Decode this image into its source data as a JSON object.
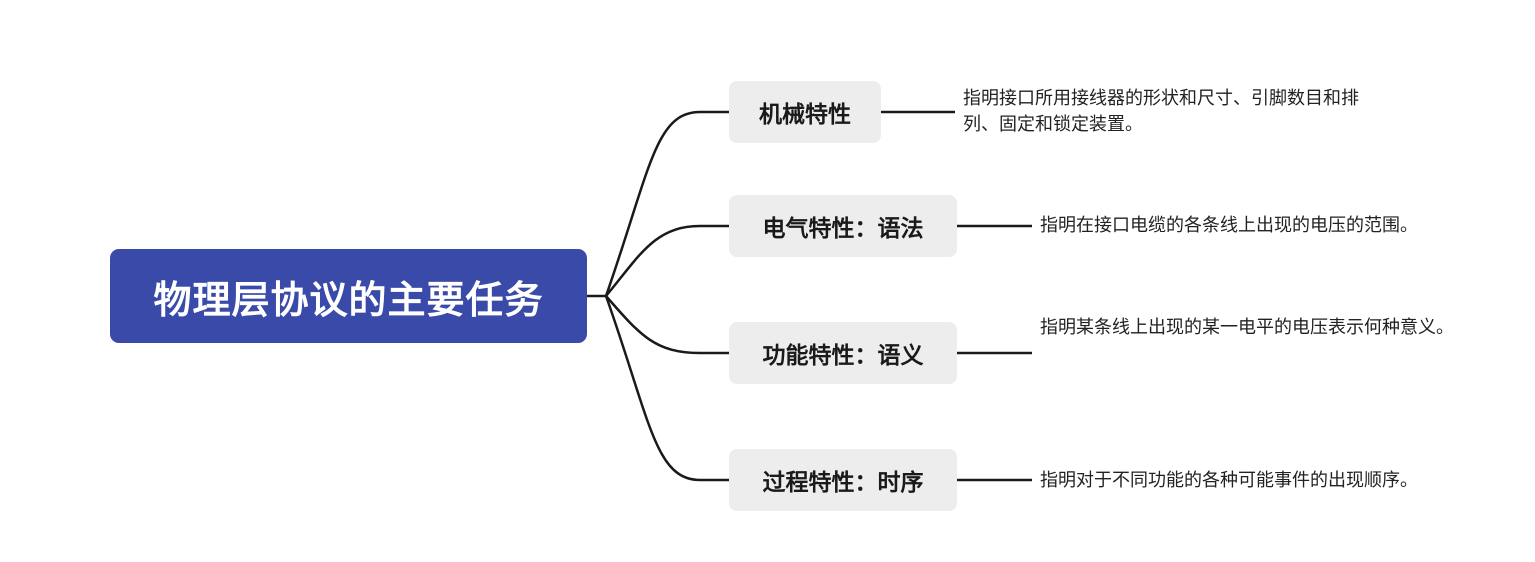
{
  "mindmap": {
    "root": {
      "label": "物理层协议的主要任务"
    },
    "branches": [
      {
        "label": "机械特性",
        "detail": "指明接口所用接线器的形状和尺寸、引脚数目和排列、固定和锁定装置。"
      },
      {
        "label": "电气特性：语法",
        "detail": "指明在接口电缆的各条线上出现的电压的范围。"
      },
      {
        "label": "功能特性：语义",
        "detail": "指明某条线上出现的某一电平的电压表示何种意义。"
      },
      {
        "label": "过程特性：时序",
        "detail": "指明对于不同功能的各种可能事件的出现顺序。"
      }
    ],
    "colors": {
      "root_fill": "#3a4aa8",
      "branch_fill": "#ededed",
      "line": "#1a1a1a"
    }
  }
}
